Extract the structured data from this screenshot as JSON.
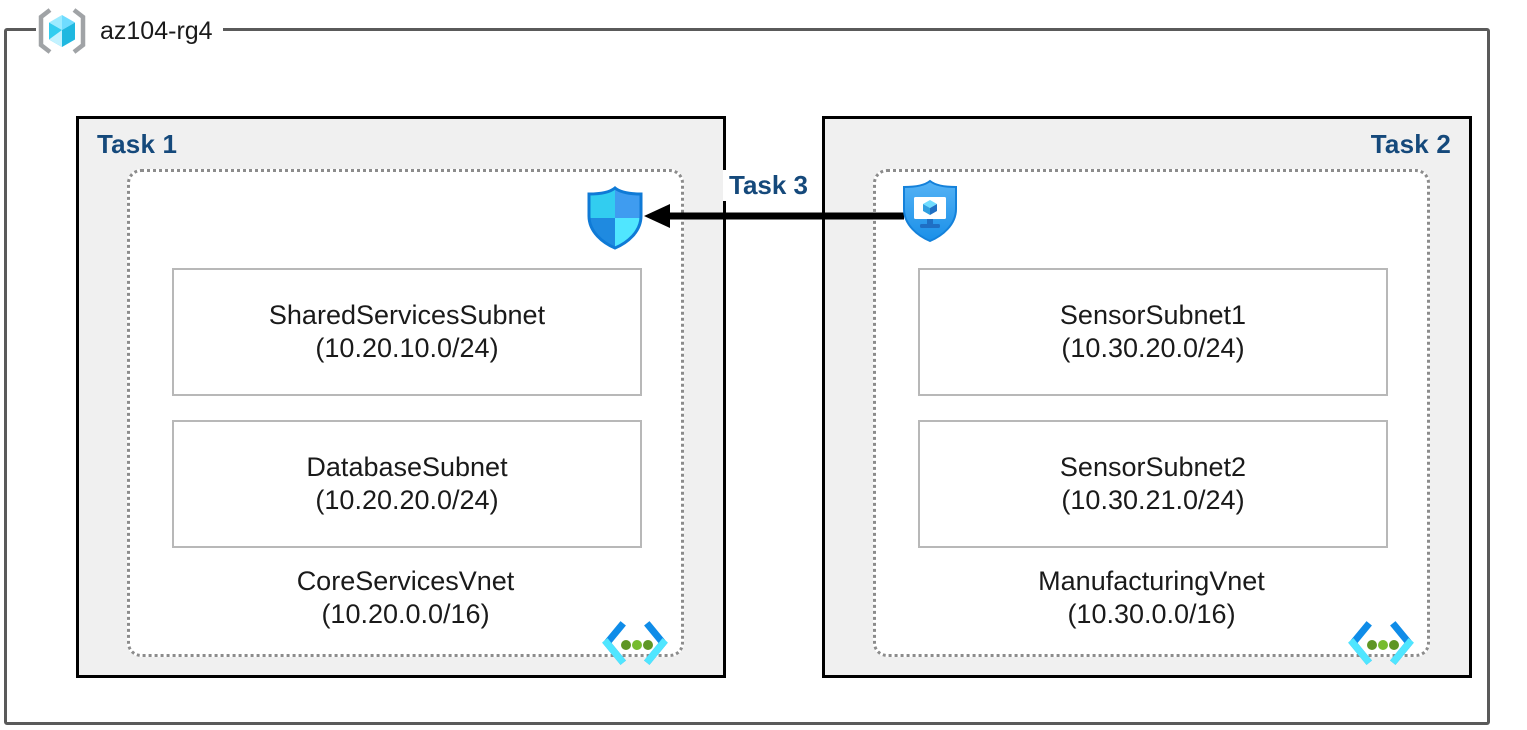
{
  "resource_group": {
    "name": "az104-rg4",
    "icon": "azure-resource-group-cube-icon"
  },
  "tasks": [
    {
      "id": "task-1",
      "label": "Task 1",
      "align": "left"
    },
    {
      "id": "task-2",
      "label": "Task 2",
      "align": "right"
    },
    {
      "id": "task-3",
      "label": "Task 3",
      "align": "center"
    }
  ],
  "vnets": [
    {
      "id": "core-services",
      "name": "CoreServicesVnet",
      "cidr": "(10.20.0.0/16)",
      "icon": "virtual-network-icon",
      "subnets": [
        {
          "id": "shared-services",
          "name": "SharedServicesSubnet",
          "cidr": "(10.20.10.0/24)"
        },
        {
          "id": "database",
          "name": "DatabaseSubnet",
          "cidr": "(10.20.20.0/24)"
        }
      ]
    },
    {
      "id": "manufacturing",
      "name": "ManufacturingVnet",
      "cidr": "(10.30.0.0/16)",
      "icon": "virtual-network-icon",
      "subnets": [
        {
          "id": "sensor-1",
          "name": "SensorSubnet1",
          "cidr": "(10.30.20.0/24)"
        },
        {
          "id": "sensor-2",
          "name": "SensorSubnet2",
          "cidr": "(10.30.21.0/24)"
        }
      ]
    }
  ],
  "security_icons": [
    {
      "id": "nsg",
      "icon": "network-security-group-shield-icon"
    },
    {
      "id": "bastion",
      "icon": "azure-bastion-shield-monitor-icon"
    }
  ],
  "connection": {
    "id": "vnet-peering",
    "icon": "left-arrow-icon",
    "direction": "right-to-left"
  },
  "colors": {
    "task_label": "#15497b",
    "frame_border": "#5a5a5a",
    "task_border": "#000000",
    "task_fill": "#f0f0f0",
    "vnet_border": "#8c8c8c",
    "subnet_border": "#b8b8b8",
    "azure_blue": "#0078d4",
    "cyan": "#50e6ff",
    "green_dot": "#5e9624",
    "arrow": "#000000"
  }
}
